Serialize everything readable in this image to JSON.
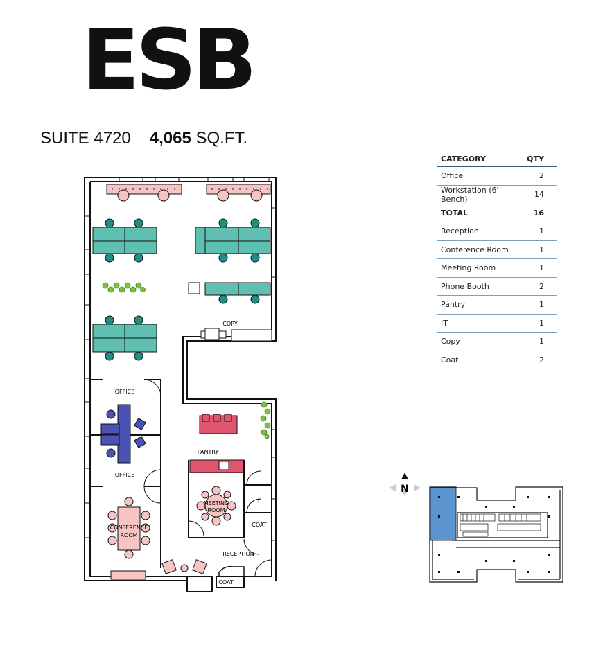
{
  "brand": {
    "logo_text": "ESB"
  },
  "suite": {
    "label": "SUITE 4720",
    "area_value": "4,065",
    "area_unit": "SQ.FT."
  },
  "summary_table": {
    "headers": {
      "category": "CATEGORY",
      "qty": "QTY"
    },
    "rows": [
      {
        "category": "Office",
        "qty": "2"
      },
      {
        "category": "Workstation (6' Bench)",
        "qty": "14"
      },
      {
        "category": "TOTAL",
        "qty": "16",
        "total": true
      },
      {
        "category": "Reception",
        "qty": "1"
      },
      {
        "category": "Conference Room",
        "qty": "1"
      },
      {
        "category": "Meeting Room",
        "qty": "1"
      },
      {
        "category": "Phone Booth",
        "qty": "2"
      },
      {
        "category": "Pantry",
        "qty": "1"
      },
      {
        "category": "IT",
        "qty": "1"
      },
      {
        "category": "Copy",
        "qty": "1"
      },
      {
        "category": "Coat",
        "qty": "2"
      }
    ]
  },
  "floor_plan": {
    "room_labels": {
      "copy": "COPY",
      "office_upper": "OFFICE",
      "office_lower": "OFFICE",
      "pantry": "PANTRY",
      "meeting_line1": "MEETING",
      "meeting_line2": "ROOM",
      "it": "IT",
      "coat_right": "COAT",
      "coat_bottom": "COAT",
      "conference_line1": "CONFERENCE",
      "conference_line2": "ROOM",
      "reception": "RECEPTION"
    },
    "colors": {
      "workstation": "#5fbfb0",
      "workstation_chair": "#1f8f86",
      "office_desk": "#4a52b5",
      "meeting_furniture": "#f7c4c4",
      "pantry_counter": "#e0566e",
      "planter": "#7ac142",
      "wall": "#111111"
    }
  },
  "key_plan": {
    "compass_label": "N",
    "highlight_color": "#5b95d0"
  }
}
